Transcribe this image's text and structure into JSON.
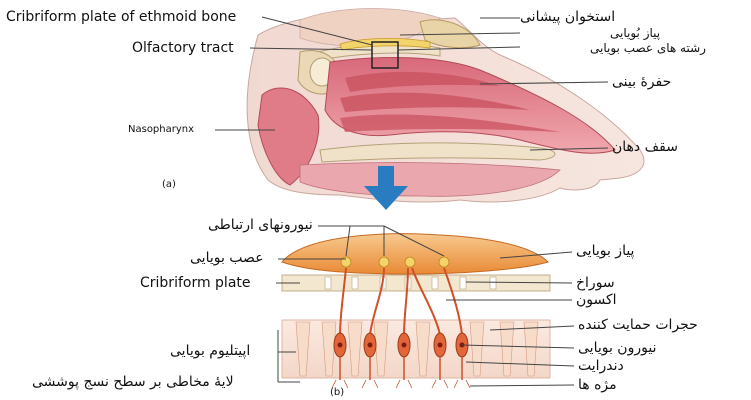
{
  "panel_a": {
    "panel_label": "(a)",
    "labels_left": {
      "cribriform_plate_of_ethmoid": "Cribriform plate of ethmoid bone",
      "olfactory_tract": "Olfactory tract",
      "nasopharynx": "Nasopharynx"
    },
    "labels_right": {
      "frontal_bone": "استخوان پیشانی",
      "olfactory_bulb": "پیاز بُویایی",
      "olfactory_nerve_fibers": "رشته های عصب بویایی",
      "nasal_cavity": "حفرهٔ بینی",
      "palate": "سقف دهان"
    }
  },
  "panel_b": {
    "panel_label": "(b)",
    "labels_left": {
      "olfactory_nerve": "عصب بویایی",
      "cribriform_plate": "Cribriform plate",
      "olfactory_epithelium": "اپیتلیوم بویایی",
      "mucus_layer": "لایهٔ مخاطی بر سطح نسج پوششی"
    },
    "labels_top": {
      "relay_neurons": "نیورونهای ارتباطی"
    },
    "labels_right": {
      "olfactory_bulb": "پیاز بویایی",
      "foramen": "سوراخ",
      "axon": "اکسون",
      "supporting_cells": "حجرات حمایت کننده",
      "olfactory_neuron": "نیورون بویایی",
      "dendrite": "دندرایت",
      "cilia": "مژه ها"
    }
  },
  "colors": {
    "tissue_pink": "#e5868f",
    "tissue_dark": "#c8505e",
    "bone": "#efe2c8",
    "arrow_blue": "#2a7cc0",
    "bulb_orange": "#f2a04a",
    "neuron_red": "#d0502a"
  }
}
